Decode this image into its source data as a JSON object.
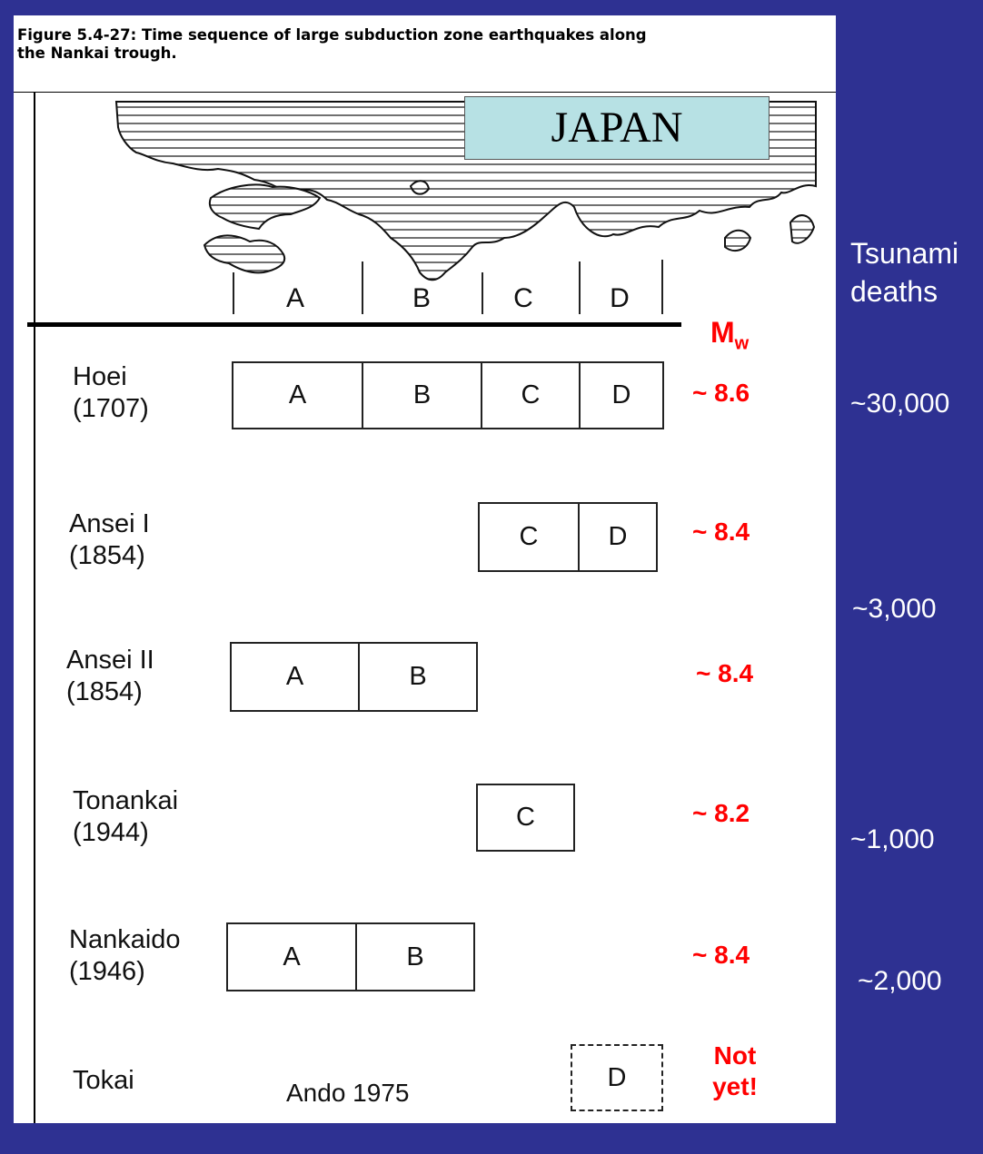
{
  "caption": {
    "line1": "Figure 5.4-27: Time sequence of large subduction zone earthquakes along",
    "line2": "the Nankai trough."
  },
  "map": {
    "label": "JAPAN",
    "segments": [
      "A",
      "B",
      "C",
      "D"
    ]
  },
  "magnitude_header": {
    "main": "M",
    "sub": "w"
  },
  "tsunami_header": {
    "line1": "Tsunami",
    "line2": "deaths"
  },
  "earthquakes": [
    {
      "name": "Hoei",
      "year": "(1707)",
      "segments": [
        "A",
        "B",
        "C",
        "D"
      ],
      "magnitude": "~ 8.6"
    },
    {
      "name": "Ansei I",
      "year": "(1854)",
      "segments": [
        "C",
        "D"
      ],
      "magnitude": "~ 8.4"
    },
    {
      "name": "Ansei II",
      "year": "(1854)",
      "segments": [
        "A",
        "B"
      ],
      "magnitude": "~ 8.4"
    },
    {
      "name": "Tonankai",
      "year": "(1944)",
      "segments": [
        "C"
      ],
      "magnitude": "~ 8.2"
    },
    {
      "name": "Nankaido",
      "year": "(1946)",
      "segments": [
        "A",
        "B"
      ],
      "magnitude": "~ 8.4"
    },
    {
      "name": "Tokai",
      "year": "",
      "segments": [
        "D"
      ],
      "magnitude_line1": "Not",
      "magnitude_line2": "yet!"
    }
  ],
  "tsunami_deaths": [
    "~30,000",
    "~3,000",
    "~1,000",
    "~2,000"
  ],
  "citation": "Ando  1975",
  "colors": {
    "background": "#2e3192",
    "magnitude": "#ff0000",
    "deaths_text": "#ffffff",
    "map_label_fill": "#b7e1e4"
  }
}
